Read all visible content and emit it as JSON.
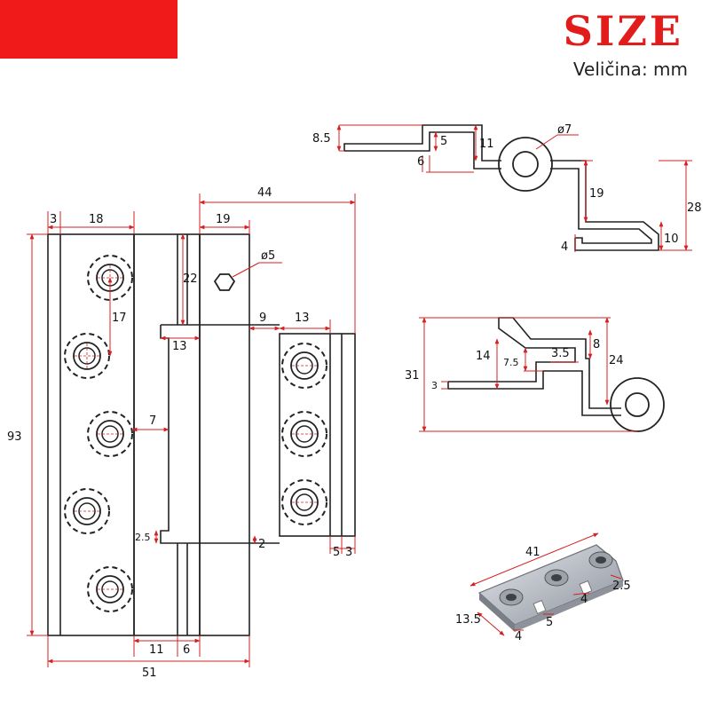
{
  "header": {
    "title": "SIZE",
    "unit_label": "Veličina: mm",
    "banner_color": "#f11a1a",
    "title_color": "#e21b1b",
    "dimension_line_color": "#d42020"
  },
  "front_view": {
    "width_total": "51",
    "height_total": "93",
    "left_margin": "3",
    "left_leaf_width": "18",
    "right_leaf_width": "44",
    "knuckle_width": "19",
    "knuckle_height": "22",
    "small_hole_diameter": "ø5",
    "offset_step": "9",
    "screw_plate_width": "13",
    "step_13": "13",
    "hole_spacing": "17",
    "step_7": "7",
    "gap_2_5": "2.5",
    "gap_2": "2",
    "edge_5": "5",
    "edge_3": "3",
    "bottom_11": "11",
    "bottom_6": "6"
  },
  "top_profile": {
    "h_8_5": "8.5",
    "h_5": "5",
    "h_6": "6",
    "h_11": "11",
    "pin_diameter": "ø7",
    "h_19": "19",
    "h_28": "28",
    "h_4": "4",
    "h_10": "10"
  },
  "side_profile": {
    "h_31": "31",
    "h_14": "14",
    "h_7_5": "7.5",
    "h_3_5": "3.5",
    "h_8": "8",
    "h_24": "24",
    "h_3": "3"
  },
  "plate_photo": {
    "length": "41",
    "width": "13.5",
    "slot_4a": "4",
    "slot_5": "5",
    "slot_4b": "4",
    "edge_2_5": "2.5"
  }
}
